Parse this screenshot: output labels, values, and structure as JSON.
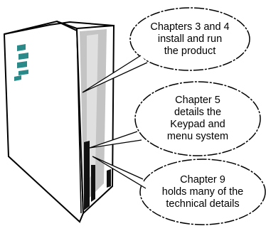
{
  "callouts": [
    {
      "id": "chapters-3-4",
      "lines": [
        "Chapters 3 and 4",
        "install and run",
        "the product"
      ]
    },
    {
      "id": "chapter-5",
      "lines": [
        "Chapter 5",
        "details the",
        "Keypad and",
        "menu system"
      ]
    },
    {
      "id": "chapter-9",
      "lines": [
        "Chapter 9",
        "holds many of the",
        "technical details"
      ]
    }
  ],
  "colors": {
    "ink": "#000000",
    "spine": "#bfbfbf",
    "paper": "#ffffff",
    "logo": "#2a8a8a"
  }
}
